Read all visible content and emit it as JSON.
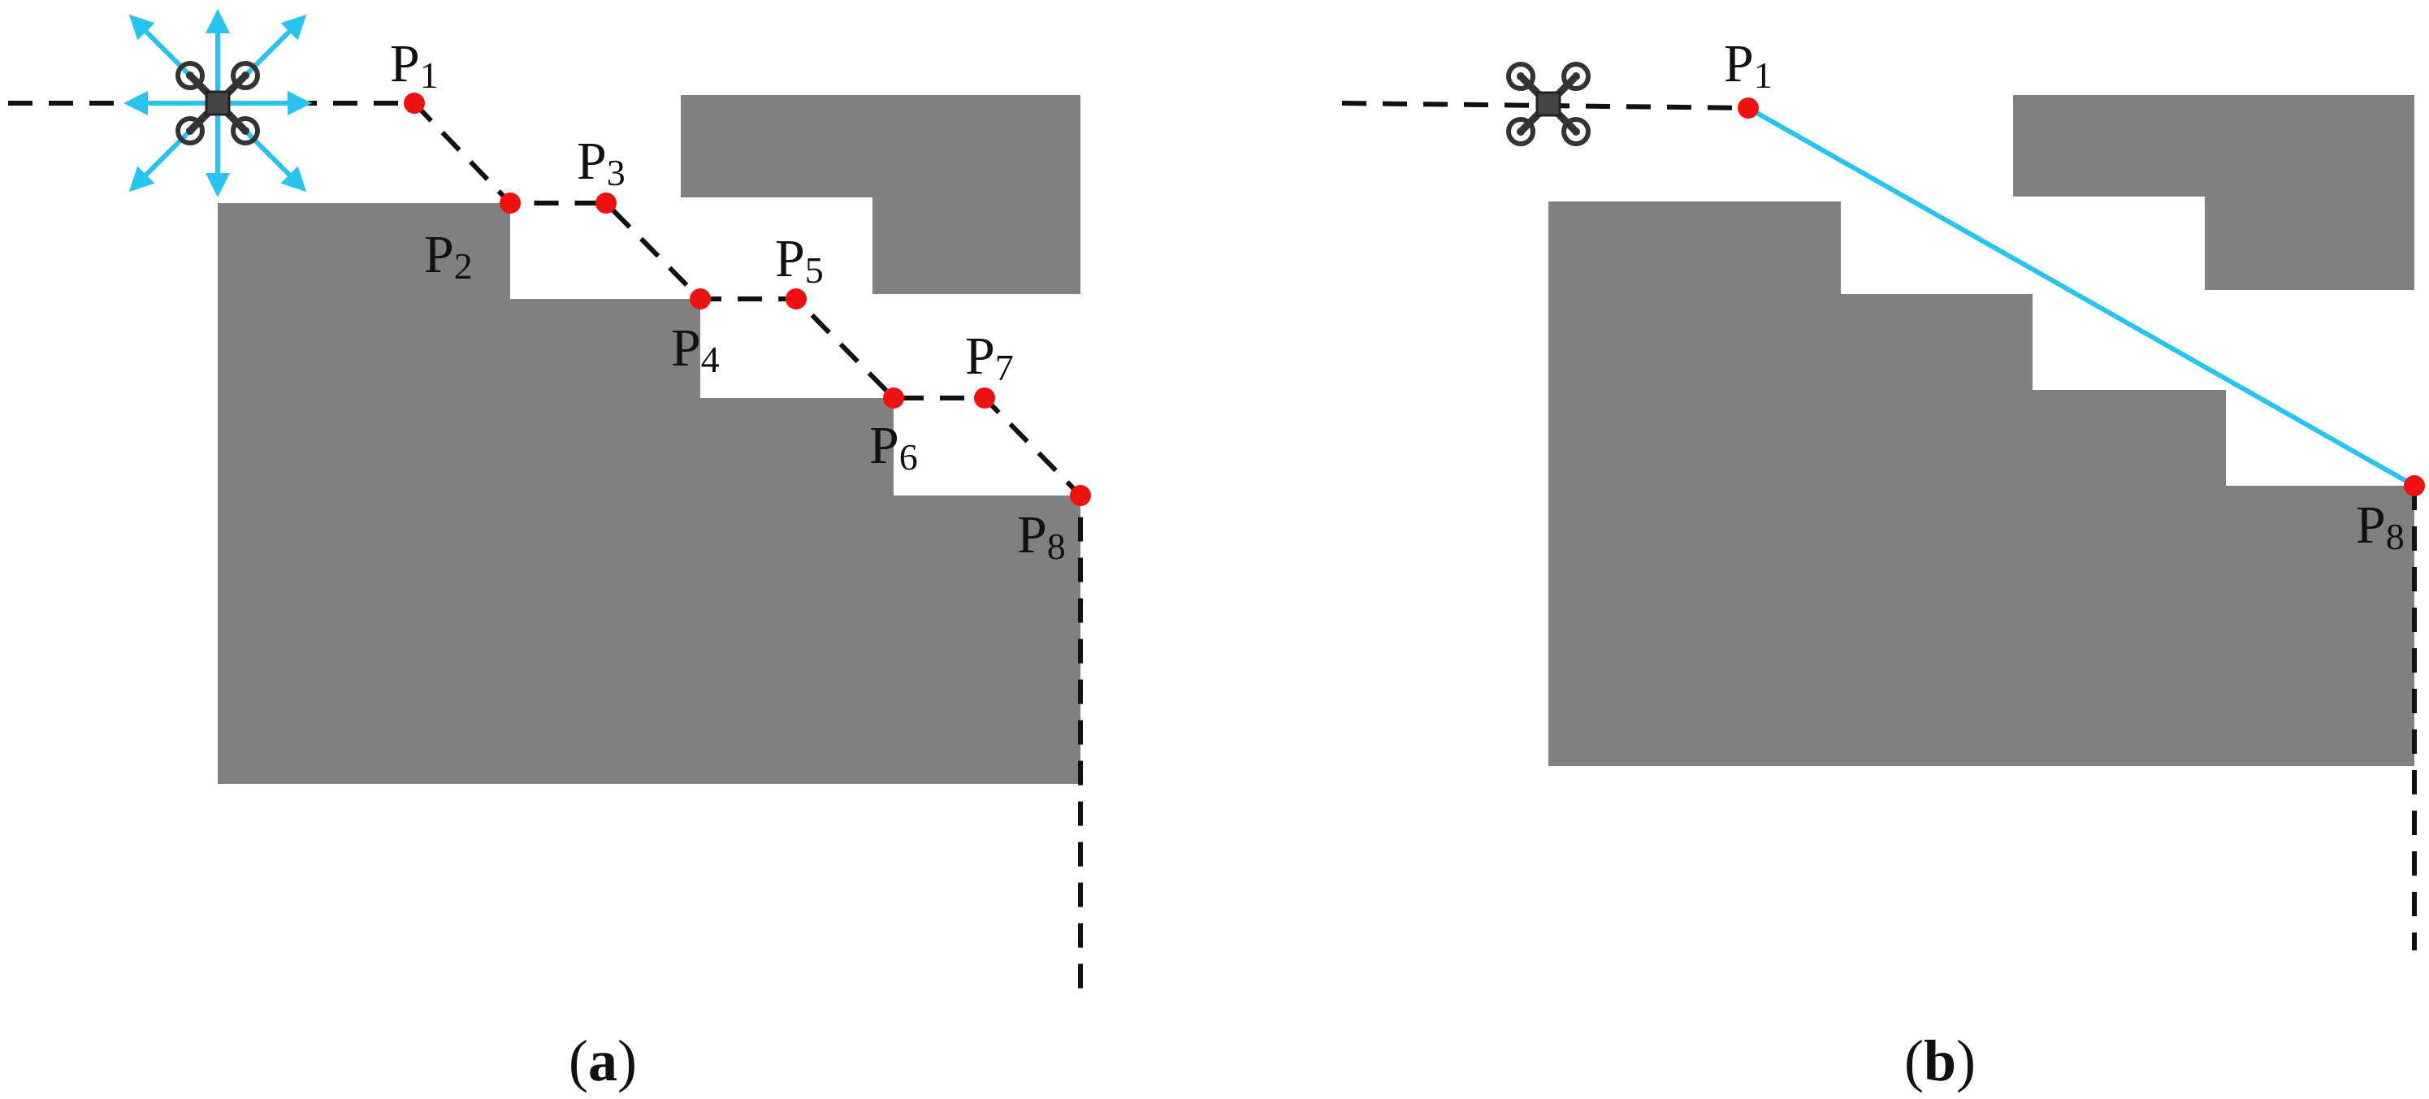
{
  "colors": {
    "obstacle": "#808080",
    "waypoint": "#ee1111",
    "path_dashed": "#111111",
    "path_direct": "#29c3ef",
    "direction_arrows": "#29c3ef",
    "drone_body": "#333333"
  },
  "panel_a": {
    "caption": {
      "open": "(",
      "letter": "a",
      "close": ")"
    },
    "waypoints": [
      {
        "letter": "P",
        "sub": "1"
      },
      {
        "letter": "P",
        "sub": "2"
      },
      {
        "letter": "P",
        "sub": "3"
      },
      {
        "letter": "P",
        "sub": "4"
      },
      {
        "letter": "P",
        "sub": "5"
      },
      {
        "letter": "P",
        "sub": "6"
      },
      {
        "letter": "P",
        "sub": "7"
      },
      {
        "letter": "P",
        "sub": "8"
      }
    ],
    "drone_icon": "quadcopter-icon",
    "direction_arrow_count": 8
  },
  "panel_b": {
    "caption": {
      "open": "(",
      "letter": "b",
      "close": ")"
    },
    "waypoints": [
      {
        "letter": "P",
        "sub": "1"
      },
      {
        "letter": "P",
        "sub": "8"
      }
    ],
    "drone_icon": "quadcopter-icon"
  }
}
